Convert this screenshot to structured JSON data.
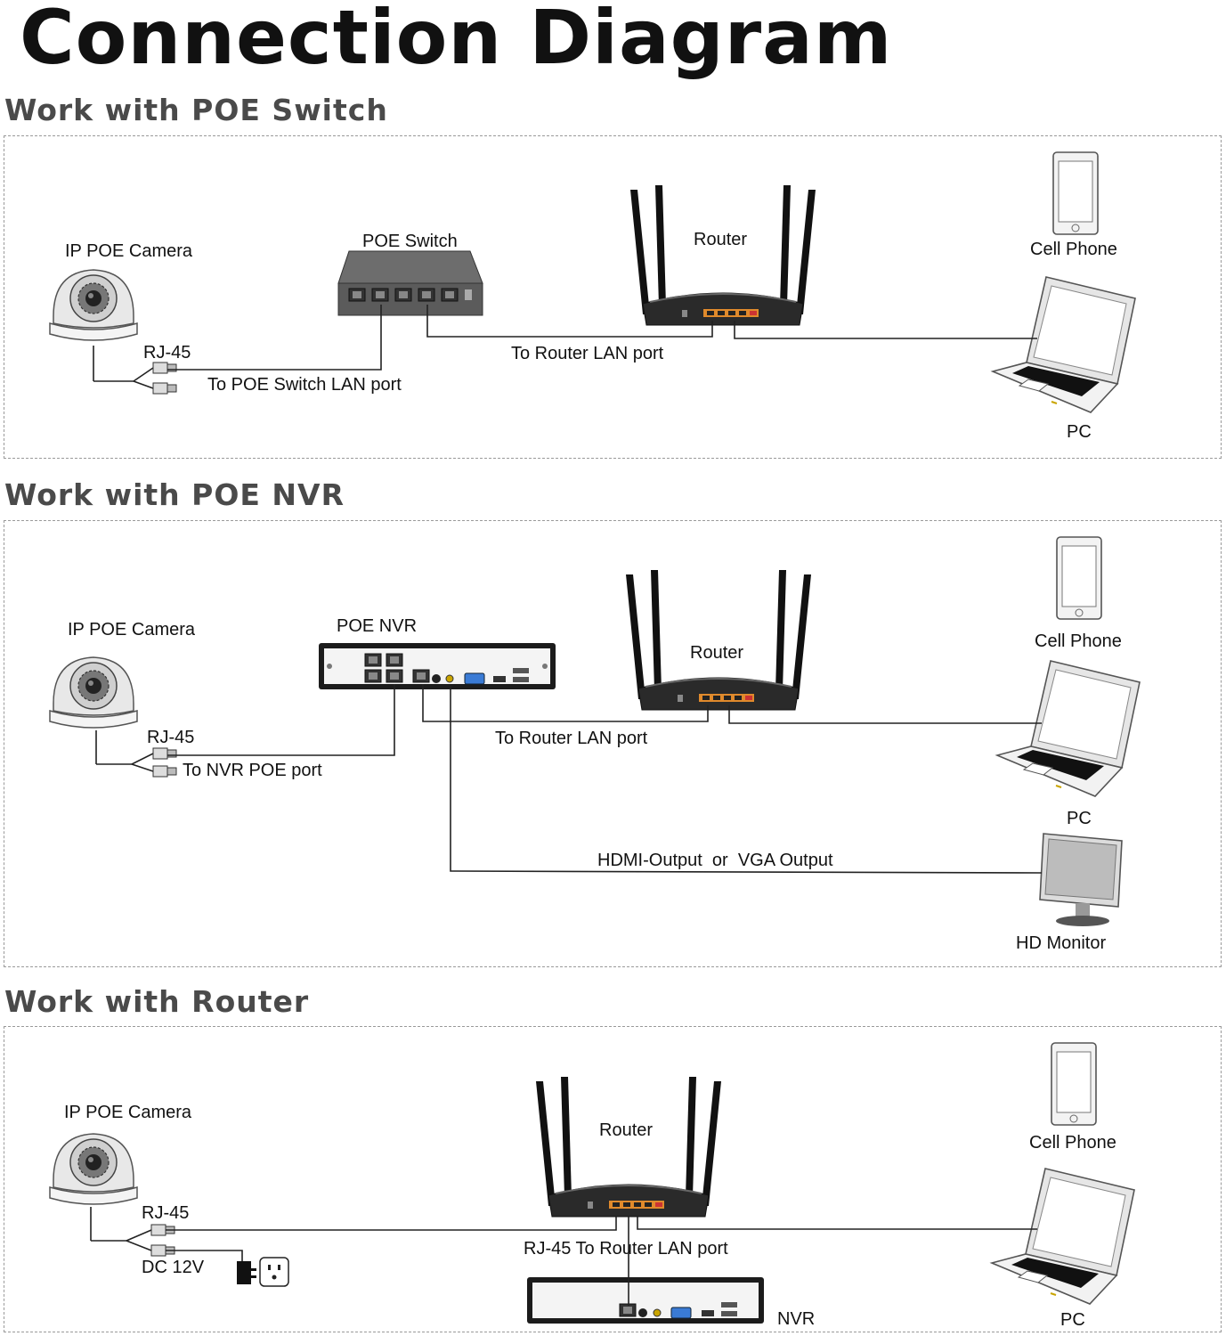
{
  "title": "Connection Diagram",
  "sections": [
    {
      "heading": "Work with POE Switch",
      "labels": {
        "camera": "IP POE Camera",
        "rj45": "RJ-45",
        "switch": "POE Switch",
        "router": "Router",
        "cell_phone": "Cell Phone",
        "pc": "PC",
        "to_router": "To Router LAN port",
        "to_switch": "To POE Switch LAN port"
      }
    },
    {
      "heading": "Work with POE NVR",
      "labels": {
        "camera": "IP POE Camera",
        "rj45": "RJ-45",
        "nvr": "POE NVR",
        "router": "Router",
        "cell_phone": "Cell Phone",
        "pc": "PC",
        "to_router": "To Router LAN port",
        "to_nvr": "To NVR POE port",
        "hdmi": "HDMI-Output  or  VGA Output",
        "monitor": "HD Monitor"
      }
    },
    {
      "heading": "Work with Router",
      "labels": {
        "camera": "IP POE Camera",
        "rj45": "RJ-45",
        "dc": "DC 12V",
        "router": "Router",
        "cell_phone": "Cell Phone",
        "pc": "PC",
        "rj45_router": "RJ-45 To Router LAN port",
        "nvr": "NVR"
      }
    }
  ],
  "colors": {
    "heading": "#4a4a4a",
    "device_dark": "#1c1c1c",
    "port_orange": "#e08a2c",
    "wire": "#222222",
    "panel_border": "#9a9a9a"
  }
}
